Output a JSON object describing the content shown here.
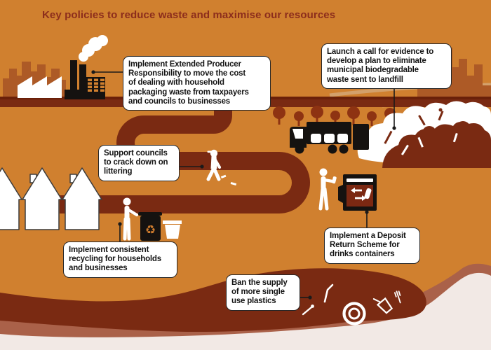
{
  "title": {
    "text": "Key policies to reduce waste and maximise our resources"
  },
  "callouts": {
    "producer_responsibility": {
      "text": "Implement Extended Producer\nResponsibility to move the cost\nof dealing with household\npackaging waste from taxpayers\nand councils to businesses"
    },
    "landfill_evidence": {
      "text": "Launch a call for evidence to\ndevelop a plan to eliminate\nmunicipal biodegradable\nwaste sent to landfill"
    },
    "littering": {
      "text": "Support councils\nto crack down on\nlittering"
    },
    "recycling": {
      "text": "Implement consistent\nrecycling for households\nand businesses"
    },
    "deposit_return": {
      "text": "Implement a Deposit\nReturn Scheme for\ndrinks containers"
    },
    "single_use_plastics": {
      "text": "Ban the supply\nof more single\nuse plastics"
    }
  },
  "colors": {
    "background": "#d0802f",
    "road": "#7a2a12",
    "title_text": "#8c2d1c",
    "callout_bg": "#ffffff",
    "callout_border": "#262626",
    "soil_dark": "#7a2a12",
    "soil_mid": "#aa6149",
    "soil_pale": "#f2e9e5",
    "silhouette_white": "#ffffff",
    "silhouette_black": "#151210",
    "skyline": "#ad5a26",
    "trees": "#8e3312",
    "recycle_symbol": "#cf7c2e"
  }
}
